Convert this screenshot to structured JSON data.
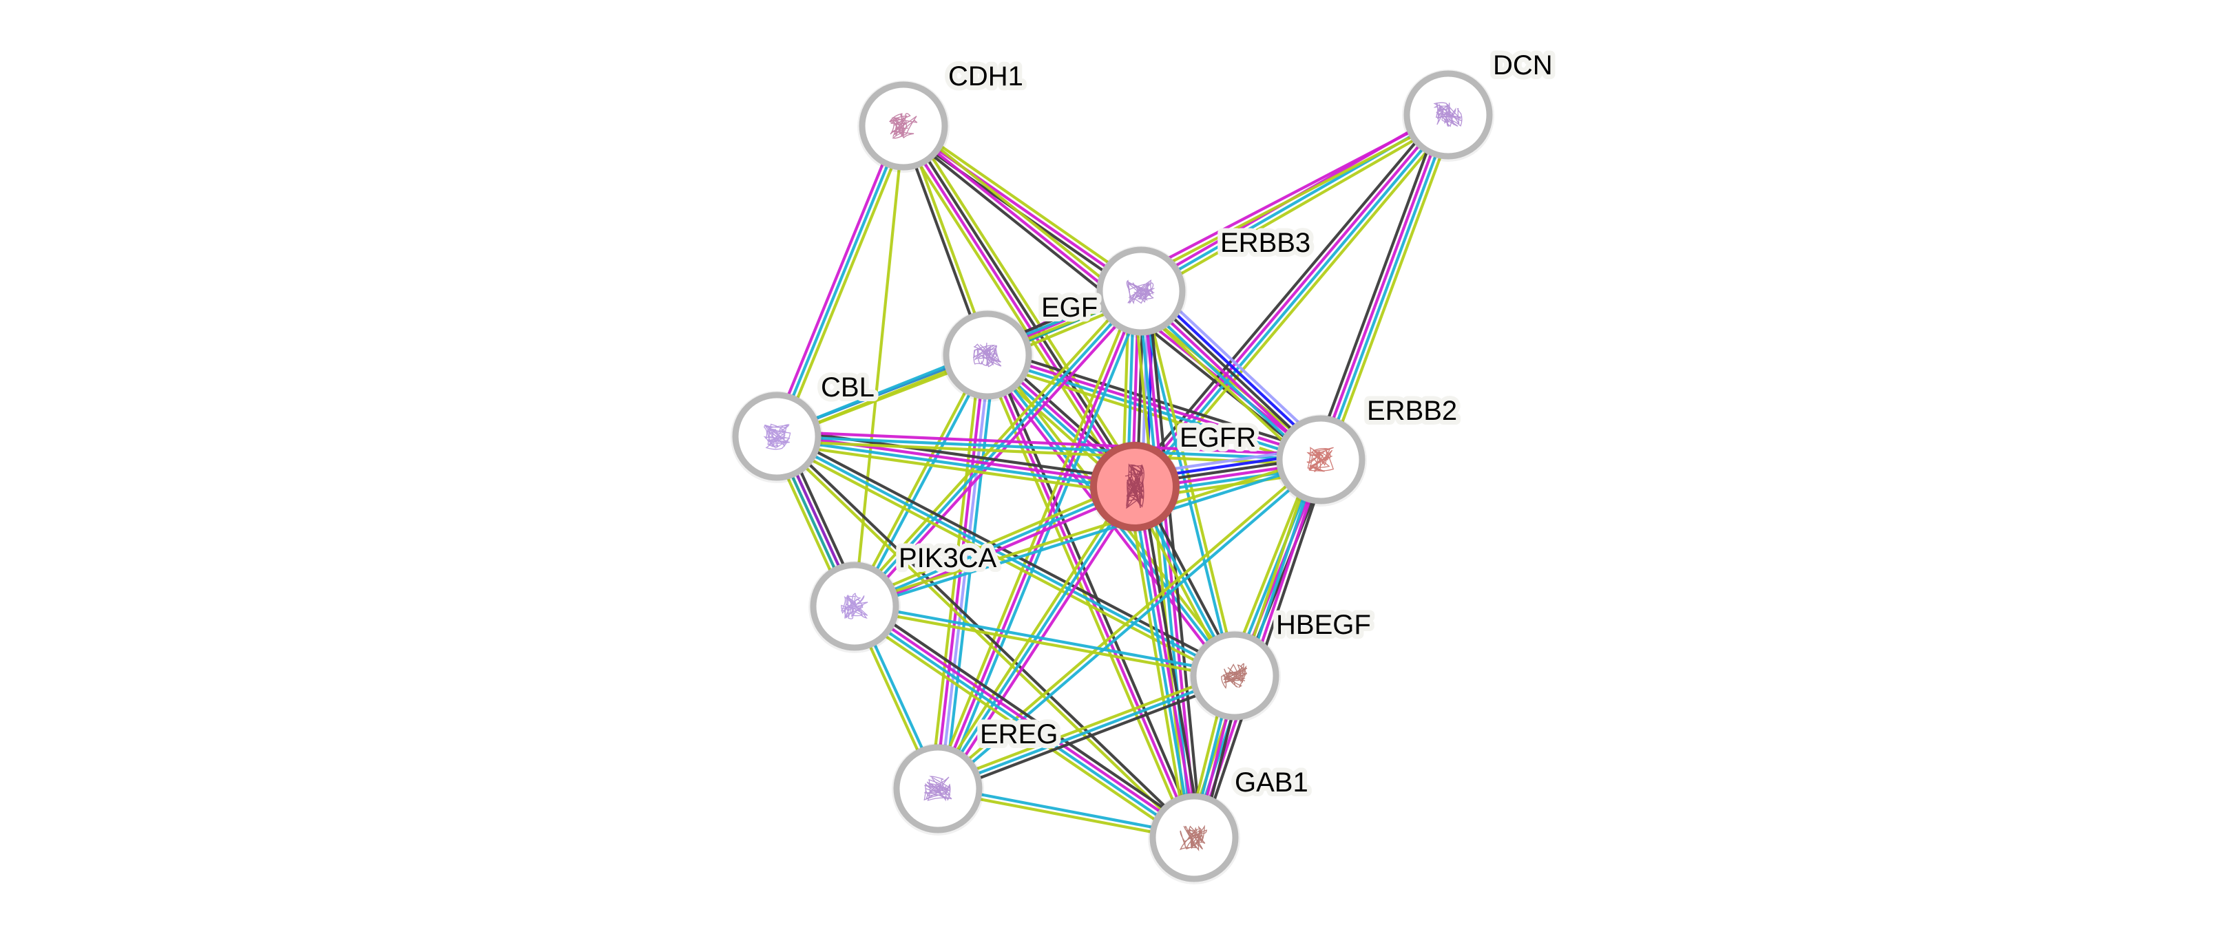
{
  "network": {
    "title": "Protein interaction network",
    "query_protein": "EGFR",
    "nodes": [
      {
        "id": "CDH1",
        "label": "CDH1",
        "query": false,
        "structure_color": "#b05a8a"
      },
      {
        "id": "DCN",
        "label": "DCN",
        "query": false,
        "structure_color": "#9c6fc8"
      },
      {
        "id": "ERBB3",
        "label": "ERBB3",
        "query": false,
        "structure_color": "#9c6fc8"
      },
      {
        "id": "EGF",
        "label": "EGF",
        "query": false,
        "structure_color": "#9c6fc8"
      },
      {
        "id": "CBL",
        "label": "CBL",
        "query": false,
        "structure_color": "#a07ad6"
      },
      {
        "id": "EGFR",
        "label": "EGFR",
        "query": true,
        "structure_color": "#8a2a4a"
      },
      {
        "id": "ERBB2",
        "label": "ERBB2",
        "query": false,
        "structure_color": "#c0504a"
      },
      {
        "id": "PIK3CA",
        "label": "PIK3CA",
        "query": false,
        "structure_color": "#a07ad6"
      },
      {
        "id": "HBEGF",
        "label": "HBEGF",
        "query": false,
        "structure_color": "#a0524a"
      },
      {
        "id": "EREG",
        "label": "EREG",
        "query": false,
        "structure_color": "#9c6fc8"
      },
      {
        "id": "GAB1",
        "label": "GAB1",
        "query": false,
        "structure_color": "#a0524a"
      }
    ],
    "evidence_colors": {
      "textmining": "#b5cf1c",
      "coexpression": "#1fb2d6",
      "experiments": "#d21fd2",
      "database": "#3c3c3c",
      "homology": "#a0a0ff",
      "cooccurrence": "#1a1aff",
      "fusion": "#2a86c8",
      "neighborhood": "#1ea29e",
      "other": "#8c1fbf"
    },
    "edges": [
      {
        "source": "CDH1",
        "target": "CBL",
        "evidence": [
          "textmining",
          "coexpression",
          "experiments"
        ]
      },
      {
        "source": "CDH1",
        "target": "PIK3CA",
        "evidence": [
          "textmining"
        ]
      },
      {
        "source": "CDH1",
        "target": "EGF",
        "evidence": [
          "textmining",
          "database"
        ]
      },
      {
        "source": "CDH1",
        "target": "EGFR",
        "evidence": [
          "textmining",
          "database",
          "experiments",
          "textmining"
        ]
      },
      {
        "source": "CDH1",
        "target": "ERBB3",
        "evidence": [
          "textmining",
          "experiments",
          "database"
        ]
      },
      {
        "source": "CDH1",
        "target": "ERBB2",
        "evidence": [
          "textmining",
          "experiments",
          "database"
        ]
      },
      {
        "source": "DCN",
        "target": "ERBB3",
        "evidence": [
          "textmining",
          "coexpression",
          "experiments"
        ]
      },
      {
        "source": "DCN",
        "target": "EGF",
        "evidence": [
          "textmining",
          "experiments"
        ]
      },
      {
        "source": "DCN",
        "target": "EGFR",
        "evidence": [
          "textmining",
          "coexpression",
          "experiments",
          "database"
        ]
      },
      {
        "source": "DCN",
        "target": "ERBB2",
        "evidence": [
          "textmining",
          "coexpression",
          "experiments",
          "database"
        ]
      },
      {
        "source": "EGF",
        "target": "ERBB3",
        "evidence": [
          "database",
          "experiments",
          "neighborhood",
          "textmining"
        ]
      },
      {
        "source": "CBL",
        "target": "EGF",
        "evidence": [
          "fusion",
          "textmining"
        ]
      },
      {
        "source": "EGF",
        "target": "EGFR",
        "evidence": [
          "database",
          "experiments",
          "coexpression",
          "textmining"
        ]
      },
      {
        "source": "EGF",
        "target": "ERBB2",
        "evidence": [
          "database",
          "experiments",
          "coexpression",
          "textmining"
        ]
      },
      {
        "source": "EGF",
        "target": "PIK3CA",
        "evidence": [
          "coexpression",
          "textmining"
        ]
      },
      {
        "source": "EGF",
        "target": "HBEGF",
        "evidence": [
          "textmining",
          "coexpression",
          "experiments"
        ]
      },
      {
        "source": "EGF",
        "target": "EREG",
        "evidence": [
          "coexpression",
          "homology",
          "experiments",
          "textmining"
        ]
      },
      {
        "source": "EGF",
        "target": "GAB1",
        "evidence": [
          "database",
          "experiments",
          "textmining"
        ]
      },
      {
        "source": "ERBB3",
        "target": "EGFR",
        "evidence": [
          "cooccurrence",
          "homology",
          "database",
          "experiments",
          "coexpression",
          "textmining"
        ]
      },
      {
        "source": "ERBB3",
        "target": "ERBB2",
        "evidence": [
          "homology",
          "cooccurrence",
          "database",
          "experiments",
          "coexpression",
          "textmining"
        ]
      },
      {
        "source": "ERBB3",
        "target": "PIK3CA",
        "evidence": [
          "experiments",
          "coexpression",
          "textmining"
        ]
      },
      {
        "source": "ERBB3",
        "target": "HBEGF",
        "evidence": [
          "textmining",
          "coexpression"
        ]
      },
      {
        "source": "ERBB3",
        "target": "EREG",
        "evidence": [
          "coexpression",
          "experiments",
          "textmining"
        ]
      },
      {
        "source": "ERBB3",
        "target": "GAB1",
        "evidence": [
          "database",
          "experiments",
          "coexpression",
          "textmining"
        ]
      },
      {
        "source": "ERBB3",
        "target": "CBL",
        "evidence": [
          "textmining",
          "coexpression"
        ]
      },
      {
        "source": "CBL",
        "target": "EGFR",
        "evidence": [
          "database",
          "experiments",
          "coexpression",
          "textmining"
        ]
      },
      {
        "source": "CBL",
        "target": "ERBB2",
        "evidence": [
          "experiments",
          "coexpression",
          "textmining"
        ]
      },
      {
        "source": "CBL",
        "target": "PIK3CA",
        "evidence": [
          "database",
          "other",
          "neighborhood",
          "textmining"
        ]
      },
      {
        "source": "CBL",
        "target": "HBEGF",
        "evidence": [
          "database",
          "coexpression",
          "textmining"
        ]
      },
      {
        "source": "CBL",
        "target": "GAB1",
        "evidence": [
          "database",
          "textmining"
        ]
      },
      {
        "source": "EGFR",
        "target": "ERBB2",
        "evidence": [
          "homology",
          "cooccurrence",
          "database",
          "experiments",
          "coexpression",
          "textmining"
        ]
      },
      {
        "source": "EGFR",
        "target": "PIK3CA",
        "evidence": [
          "experiments",
          "coexpression",
          "textmining"
        ]
      },
      {
        "source": "EGFR",
        "target": "HBEGF",
        "evidence": [
          "database",
          "coexpression",
          "textmining"
        ]
      },
      {
        "source": "EGFR",
        "target": "EREG",
        "evidence": [
          "experiments",
          "coexpression",
          "textmining"
        ]
      },
      {
        "source": "EGFR",
        "target": "GAB1",
        "evidence": [
          "database",
          "experiments",
          "coexpression",
          "textmining"
        ]
      },
      {
        "source": "ERBB2",
        "target": "PIK3CA",
        "evidence": [
          "coexpression",
          "textmining"
        ]
      },
      {
        "source": "ERBB2",
        "target": "HBEGF",
        "evidence": [
          "database",
          "experiments",
          "coexpression",
          "textmining"
        ]
      },
      {
        "source": "ERBB2",
        "target": "EREG",
        "evidence": [
          "coexpression",
          "textmining"
        ]
      },
      {
        "source": "ERBB2",
        "target": "GAB1",
        "evidence": [
          "database",
          "experiments",
          "coexpression",
          "textmining"
        ]
      },
      {
        "source": "PIK3CA",
        "target": "HBEGF",
        "evidence": [
          "coexpression",
          "textmining"
        ]
      },
      {
        "source": "PIK3CA",
        "target": "EREG",
        "evidence": [
          "coexpression",
          "textmining"
        ]
      },
      {
        "source": "PIK3CA",
        "target": "GAB1",
        "evidence": [
          "database",
          "experiments",
          "coexpression",
          "textmining"
        ]
      },
      {
        "source": "HBEGF",
        "target": "EREG",
        "evidence": [
          "database",
          "coexpression",
          "textmining"
        ]
      },
      {
        "source": "HBEGF",
        "target": "GAB1",
        "evidence": [
          "database",
          "experiments",
          "coexpression",
          "textmining"
        ]
      },
      {
        "source": "EREG",
        "target": "GAB1",
        "evidence": [
          "coexpression",
          "textmining"
        ]
      }
    ]
  }
}
